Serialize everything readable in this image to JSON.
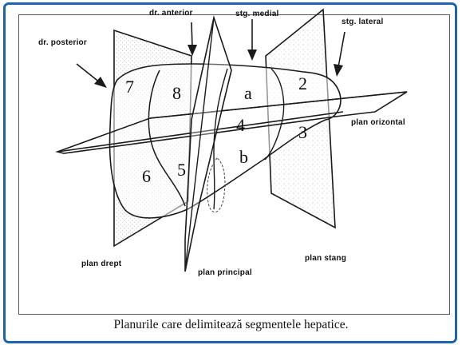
{
  "labels": {
    "dr_posterior": "dr. posterior",
    "dr_anterior": "dr. anterior",
    "stg_medial": "stg. medial",
    "stg_lateral": "stg. lateral",
    "plan_orizontal": "plan orizontal",
    "plan_drept": "plan drept",
    "plan_principal": "plan principal",
    "plan_stang": "plan stang"
  },
  "segments": {
    "s7": "7",
    "s8": "8",
    "sa": "a",
    "s2": "2",
    "s4": "4",
    "s3": "3",
    "s6": "6",
    "s5": "5",
    "sb": "b"
  },
  "caption": "Planurile care delimitează segmentele hepatice.",
  "colors": {
    "frame_border": "#1e63ad",
    "line": "#1a1a1a",
    "stipple": "#9a9a9a"
  }
}
